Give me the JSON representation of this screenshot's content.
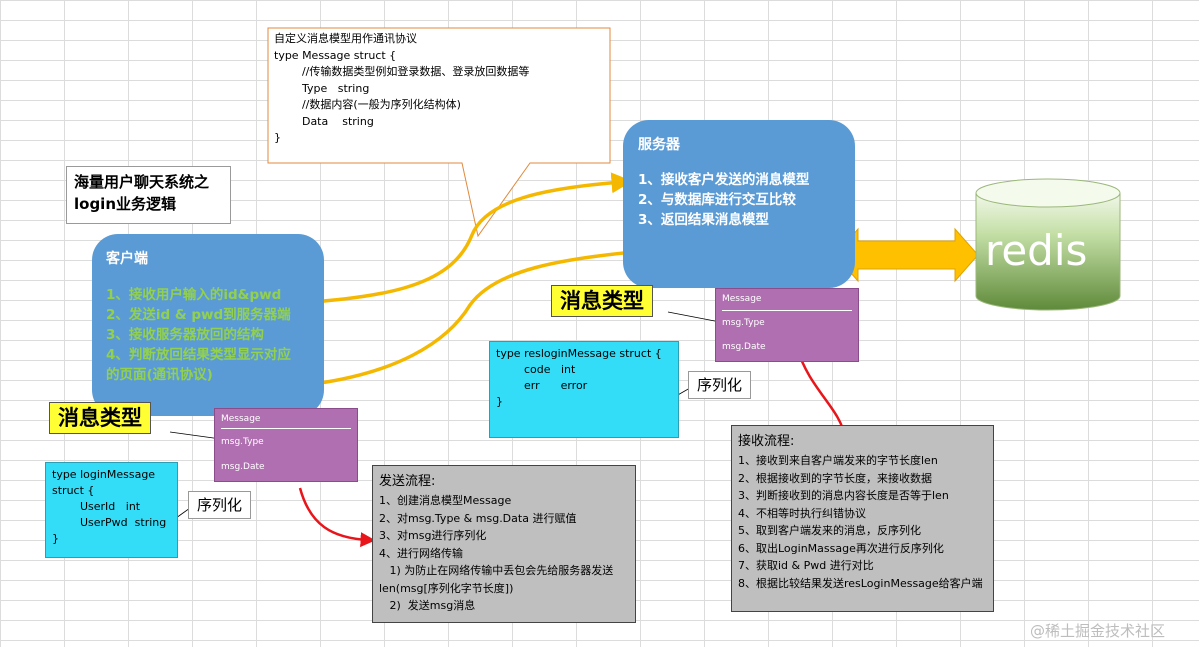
{
  "system_title": "海量用户聊天系统之\nlogin业务逻辑",
  "message_struct_callout": {
    "lines": "自定义消息模型用作通讯协议\ntype Message struct {\n        //传输数据类型例如登录数据、登录放回数据等\n        Type   string\n        //数据内容(一般为序列化结构体)\n        Data    string\n}"
  },
  "client": {
    "title": "客户端",
    "items": "1、接收用户输入的id&pwd\n2、发送id & pwd到服务器端\n3、接收服务器放回的结构\n4、判断放回结果类型显示对应\n的页面(通讯协议)"
  },
  "server": {
    "title": "服务器",
    "items": "1、接收客户发送的消息模型\n2、与数据库进行交互比较\n3、返回结果消息模型"
  },
  "redis": {
    "label": "redis"
  },
  "msg_type_label_left": "消息类型",
  "msg_type_label_right": "消息类型",
  "message_card_left": {
    "header": "Message",
    "type_field": "msg.Type",
    "data_field": "msg.Date"
  },
  "message_card_right": {
    "header": "Message",
    "type_field": "msg.Type",
    "data_field": "msg.Date"
  },
  "login_message_struct": "type loginMessage\nstruct {\n        UserId   int\n        UserPwd  string\n}",
  "reslogin_message_struct": "type resloginMessage struct {\n        code   int\n        err      error\n}",
  "serialize_label_left": "序列化",
  "serialize_label_right": "序列化",
  "send_flow": {
    "title": "发送流程:",
    "body": "1、创建消息模型Message\n2、对msg.Type & msg.Data 进行赋值\n3、对msg进行序列化\n4、进行网络传输\n   1) 为防止在网络传输中丢包会先给服务器发送len(msg[序列化字节长度])\n   2)  发送msg消息"
  },
  "receive_flow": {
    "title": "接收流程:",
    "body": "1、接收到来自客户端发来的字节长度len\n2、根据接收到的字节长度，来接收数据\n3、判断接收到的消息内容长度是否等于len\n4、不相等时执行纠错协议\n5、取到客户端发来的消息，反序列化\n6、取出LoginMassage再次进行反序列化\n7、获取id & Pwd 进行对比\n8、根据比较结果发送resLoginMessage给客户端"
  },
  "watermark": "@稀土掘金技术社区",
  "colors": {
    "blue_box": "#5b9bd5",
    "green_text": "#92d050",
    "yellow_label": "#ffff33",
    "purple_card": "#b06fb0",
    "cyan_box": "#33ddf8",
    "gray_box": "#bfbfbf",
    "orange_arrow": "#f5b800",
    "red_arrow": "#e8151b",
    "callout_border": "#e08a3c"
  }
}
